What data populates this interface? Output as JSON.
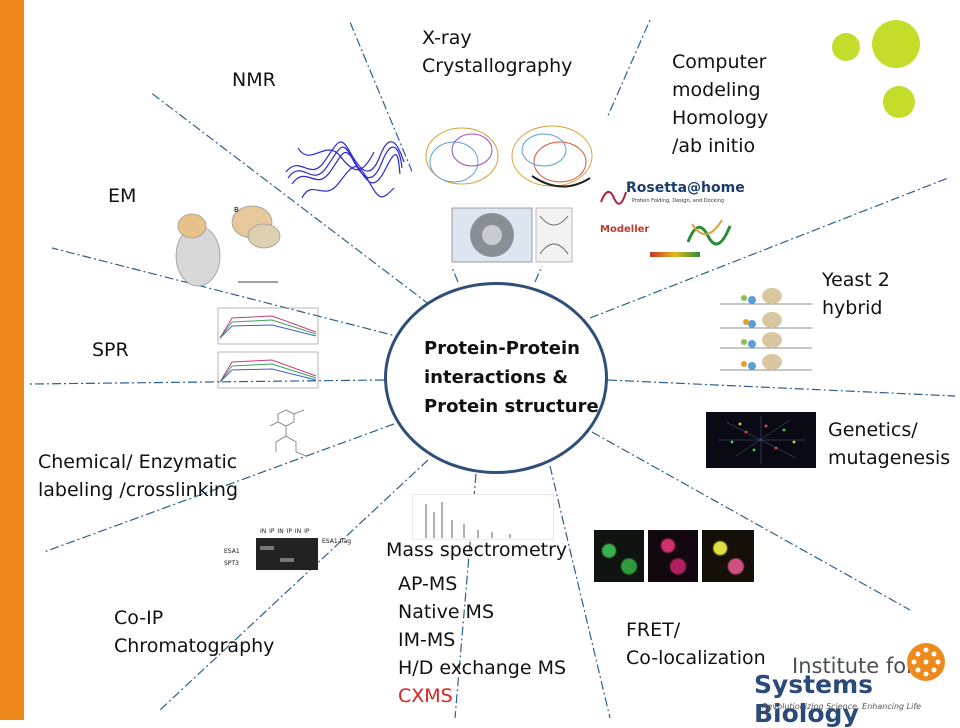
{
  "center": {
    "title_lines": [
      "Protein-Protein",
      "interactions &",
      "Protein structure"
    ]
  },
  "methods": {
    "xray": "X-ray\nCrystallography",
    "nmr": "NMR",
    "computer": "Computer\nmodeling\nHomology\n/ab initio",
    "em": "EM",
    "yeast": "Yeast 2\nhybrid",
    "spr": "SPR",
    "genetics": "Genetics/\nmutagenesis",
    "chemical": "Chemical/ Enzymatic\n labeling /crosslinking",
    "mass_spec": "Mass spectrometry",
    "coip": "Co-IP\nChromatography",
    "fret": "FRET/\nCo-localization"
  },
  "ms_methods": [
    "AP-MS",
    "Native MS",
    "IM-MS",
    "H/D exchange MS",
    "CXMS"
  ],
  "ms_highlight_color": "#e02020",
  "thumb_text": {
    "rosetta": "Rosetta@home",
    "rosetta_sub": "Protein Folding, Design, and Docking",
    "modeller": "Modeller",
    "coip_lanes": "IN IP IN IP IN IP",
    "esa1": "ESA1",
    "spt3": "SPT3",
    "esa1_flag": "ESA1-flag"
  },
  "logo": {
    "line1": "Institute for",
    "line2": "Systems Biology",
    "tagline": "Revolutionizing Science. Enhancing Life"
  },
  "colors": {
    "sidebar": "#ee8a1b",
    "accent_dots": "#c5dc2a",
    "circle_border": "#2f4f79",
    "rays": "#2f5f8f"
  }
}
